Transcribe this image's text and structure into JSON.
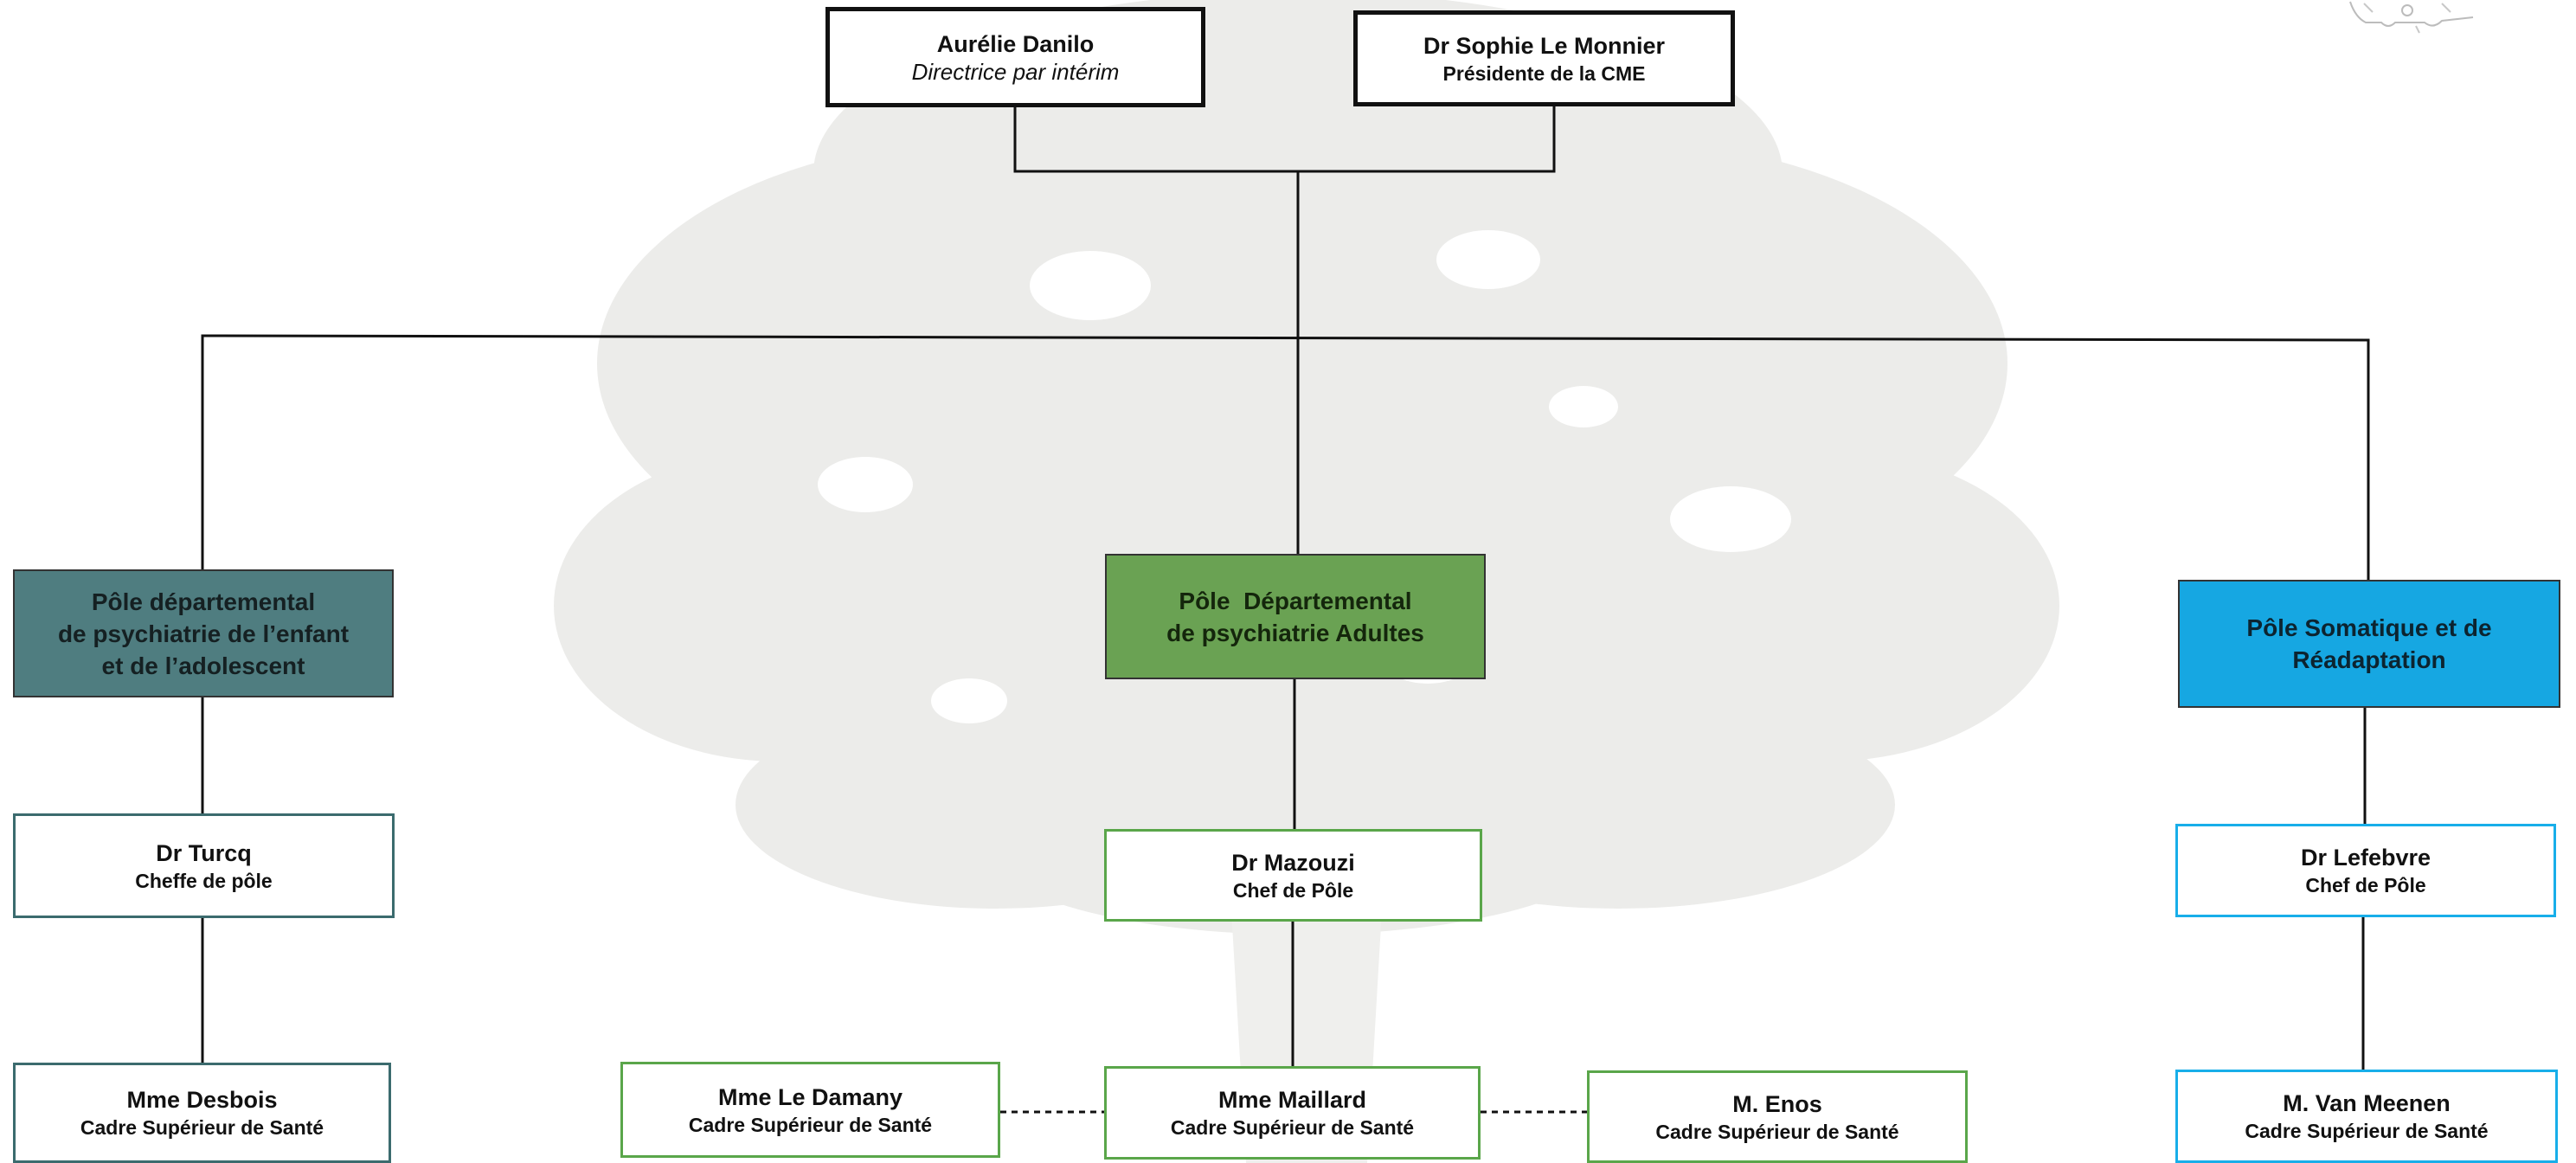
{
  "direction": {
    "director": {
      "name": "Aurélie Danilo",
      "title": "Directrice par intérim"
    },
    "cme_president": {
      "name": "Dr Sophie Le Monnier",
      "title": "Présidente de la CME"
    }
  },
  "poles": [
    {
      "id": "child",
      "label_lines": [
        "Pôle départemental",
        "de psychiatrie de l’enfant",
        "et de l’adolescent"
      ],
      "color": "#4f7d80",
      "chief": {
        "name": "Dr Turcq",
        "title": "Cheffe de pôle"
      },
      "cadres": [
        {
          "name": "Mme Desbois",
          "title": "Cadre Supérieur de Santé"
        }
      ]
    },
    {
      "id": "adult",
      "label_lines": [
        "Pôle  Départemental",
        "de psychiatrie Adultes"
      ],
      "color": "#6aa253",
      "chief": {
        "name": "Dr Mazouzi",
        "title": "Chef de Pôle"
      },
      "cadres": [
        {
          "name": "Mme Le Damany",
          "title": "Cadre Supérieur de Santé"
        },
        {
          "name": "Mme Maillard",
          "title": "Cadre Supérieur de Santé"
        },
        {
          "name": "M. Enos",
          "title": "Cadre Supérieur de Santé"
        }
      ]
    },
    {
      "id": "somatic",
      "label_lines": [
        "Pôle Somatique et de",
        "Réadaptation"
      ],
      "color": "#16a7e2",
      "chief": {
        "name": "Dr Lefebvre",
        "title": "Chef de Pôle"
      },
      "cadres": [
        {
          "name": "M. Van Meenen",
          "title": "Cadre Supérieur de Santé"
        }
      ]
    }
  ],
  "relations": [
    {
      "from": "direction",
      "to": "child",
      "style": "solid"
    },
    {
      "from": "direction",
      "to": "adult",
      "style": "solid"
    },
    {
      "from": "direction",
      "to": "somatic",
      "style": "solid"
    },
    {
      "from": "child",
      "to": "Dr Turcq",
      "style": "solid"
    },
    {
      "from": "Dr Turcq",
      "to": "Mme Desbois",
      "style": "solid"
    },
    {
      "from": "adult",
      "to": "Dr Mazouzi",
      "style": "solid"
    },
    {
      "from": "Dr Mazouzi",
      "to": "Mme Maillard",
      "style": "solid"
    },
    {
      "from": "Mme Maillard",
      "to": "Mme Le Damany",
      "style": "dashed"
    },
    {
      "from": "Mme Maillard",
      "to": "M. Enos",
      "style": "dashed"
    },
    {
      "from": "somatic",
      "to": "Dr Lefebvre",
      "style": "solid"
    },
    {
      "from": "Dr Lefebvre",
      "to": "M. Van Meenen",
      "style": "solid"
    }
  ],
  "colors": {
    "background_tree": "#ececea",
    "connector": "#111111",
    "child_border": "#3b6b6e",
    "adult_border": "#5aa64a",
    "somatic_border": "#18aee9"
  }
}
